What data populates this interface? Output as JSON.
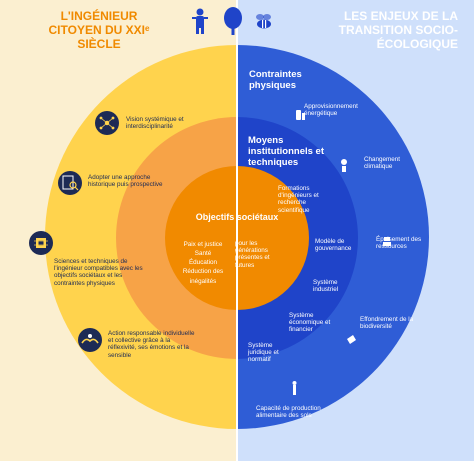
{
  "header": {
    "left_title": "L'INGÉNIEUR CITOYEN DU XXIᵉ SIÈCLE",
    "right_title": "LES ENJEUX DE LA TRANSITION SOCIO-ÉCOLOGIQUE"
  },
  "top_icons": [
    "people-icon",
    "tree-icon",
    "bee-icon"
  ],
  "colors": {
    "left_bg": "#fbefd0",
    "right_bg": "#cfe0fb",
    "yellow": "#ffd34d",
    "orange": "#f7a347",
    "orange_core": "#f18a00",
    "blue_outer": "#2f5dd6",
    "blue_mid": "#1f44c9",
    "navy": "#1d2a55"
  },
  "left_items": [
    {
      "icon": "network-icon",
      "text": "Vision systémique et interdisciplinarité"
    },
    {
      "icon": "document-search-icon",
      "text": "Adopter une approche historique puis prospective"
    },
    {
      "icon": "chip-icon",
      "text": "Sciences et techniques de l'ingénieur compatibles avec les objectifs sociétaux et les contraintes physiques"
    },
    {
      "icon": "hands-icon",
      "text": "Action responsable individuelle et collective grâce à la réflexivité, ses émotions et la sensible"
    }
  ],
  "right_outer": {
    "title": "Contraintes physiques",
    "items": [
      "Approvisionnement énergétique",
      "Changement climatique",
      "Épuisement des ressources",
      "Effondrement de la biodiversité",
      "Capacité de production alimentaire des sols"
    ]
  },
  "right_mid": {
    "title": "Moyens institutionnels et techniques",
    "items": [
      "Formations d'ingénieurs et recherche scientifique",
      "Modèle de gouvernance",
      "Système industriel",
      "Système économique et financier",
      "Système juridique et normatif"
    ]
  },
  "center": {
    "title": "Objectifs sociétaux",
    "left_items": [
      "Paix et justice",
      "Santé",
      "Éducation",
      "Réduction des inégalités"
    ],
    "right_text": "pour les générations présentes et futures"
  }
}
